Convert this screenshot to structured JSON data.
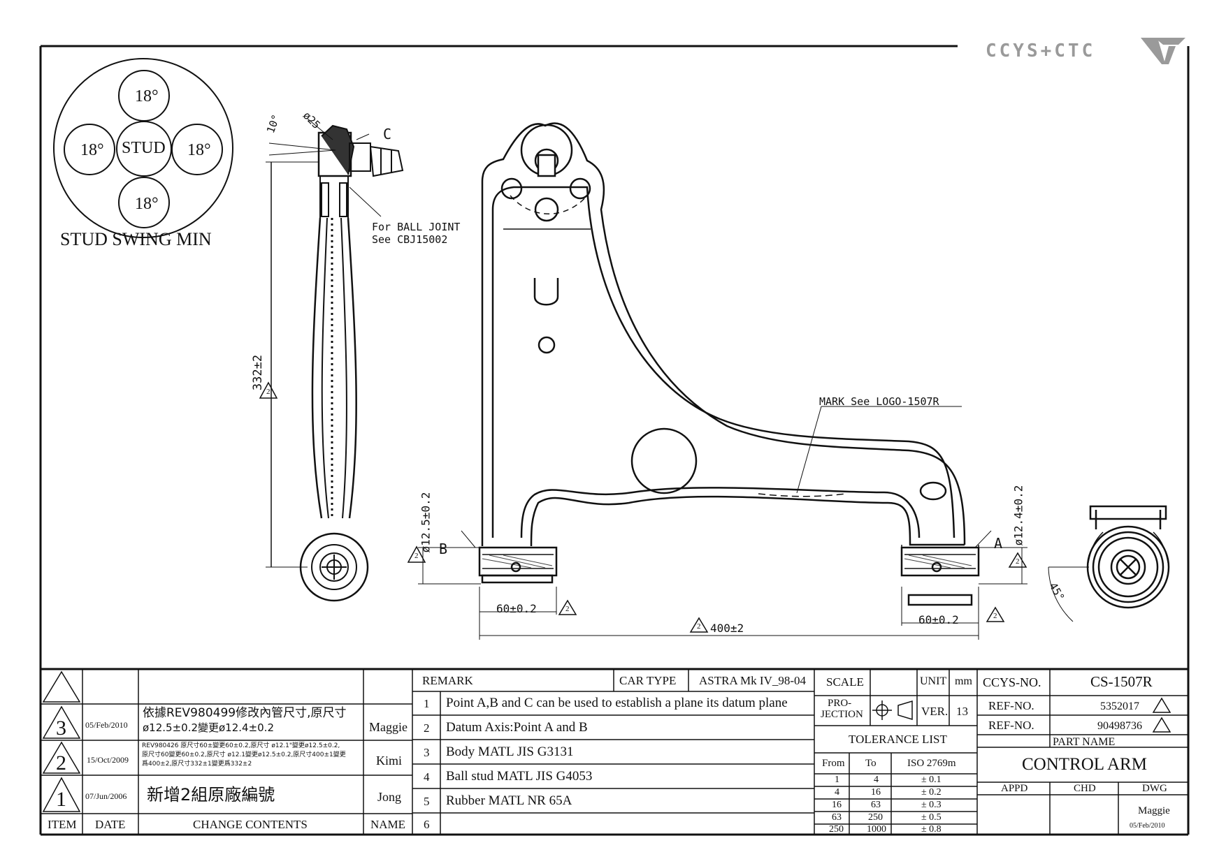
{
  "logo": {
    "text": "CCYS+CTC"
  },
  "stud_swing": {
    "angles": [
      "18°",
      "18°",
      "18°",
      "18°"
    ],
    "center": "STUD",
    "title": "STUD SWING MIN"
  },
  "side_view": {
    "dim_angle": "10°",
    "dim_dia": "ø25",
    "label_c": "C",
    "ball_joint_note_1": "For BALL JOINT",
    "ball_joint_note_2": "See CBJ15002",
    "dim_length": "332±2"
  },
  "front_view": {
    "mark_note": "MARK See LOGO-1507R",
    "label_a": "A",
    "label_b": "B",
    "dim_left_bush": "ø12.5±0.2",
    "dim_right_bush": "ø12.4±0.2",
    "dim_left_width": "60±0.2",
    "dim_right_width": "60±0.2",
    "dim_overall": "400±2",
    "triangle_mark": "2",
    "dim_angle_45": "45°"
  },
  "revisions": {
    "headers": {
      "item": "ITEM",
      "date": "DATE",
      "contents": "CHANGE CONTENTS",
      "name": "NAME"
    },
    "rows": [
      {
        "item": "3",
        "date": "05/Feb/2010",
        "line1": "依據REV980499修改內管尺寸,原尺寸",
        "line2": "ø12.5±0.2變更ø12.4±0.2",
        "name": "Maggie"
      },
      {
        "item": "2",
        "date": "15/Oct/2009",
        "line1": "REV980426 原尺寸60±變更60±0.2,原尺寸 ø12.1\"變更ø12.5±0.2,",
        "line2": "原尺寸60變更60±0.2,原尺寸 ø12.1變更ø12.5±0.2,原尺寸400±1變更",
        "line3": "爲400±2,原尺寸332±1變更爲332±2",
        "name": "Kimi"
      },
      {
        "item": "1",
        "date": "07/Jun/2006",
        "line1": "新增2組原廠編號",
        "name": "Jong"
      }
    ]
  },
  "remark": {
    "header": "REMARK",
    "car_type_label": "CAR TYPE",
    "car_type": "ASTRA Mk IV_98-04",
    "items": [
      {
        "n": "1",
        "text": "Point A,B and C can be used to establish a plane its datum plane"
      },
      {
        "n": "2",
        "text": "Datum Axis:Point A and B"
      },
      {
        "n": "3",
        "text": "Body MATL JIS G3131"
      },
      {
        "n": "4",
        "text": "Ball stud MATL JIS G4053"
      },
      {
        "n": "5",
        "text": "Rubber MATL NR 65A"
      },
      {
        "n": "6",
        "text": ""
      }
    ]
  },
  "specs": {
    "scale_label": "SCALE",
    "unit_label": "UNIT",
    "unit": "mm",
    "projection_label_1": "PRO-",
    "projection_label_2": "JECTION",
    "ver_label": "VER.",
    "ver": "13",
    "tolerance_title": "TOLERANCE LIST",
    "tol_headers": [
      "From",
      "To",
      "ISO 2769m"
    ],
    "tolerances": [
      [
        "1",
        "4",
        "± 0.1"
      ],
      [
        "4",
        "16",
        "± 0.2"
      ],
      [
        "16",
        "63",
        "± 0.3"
      ],
      [
        "63",
        "250",
        "± 0.5"
      ],
      [
        "250",
        "1000",
        "± 0.8"
      ]
    ]
  },
  "title_block": {
    "ccys_label": "CCYS-NO.",
    "ccys_no": "CS-1507R",
    "ref_label": "REF-NO.",
    "ref_nos": [
      "5352017",
      "90498736"
    ],
    "part_name_label": "PART NAME",
    "part_name": "CONTROL ARM",
    "appd": "APPD",
    "chd": "CHD",
    "dwg": "DWG",
    "drawn_by": "Maggie",
    "drawn_date": "05/Feb/2010"
  }
}
